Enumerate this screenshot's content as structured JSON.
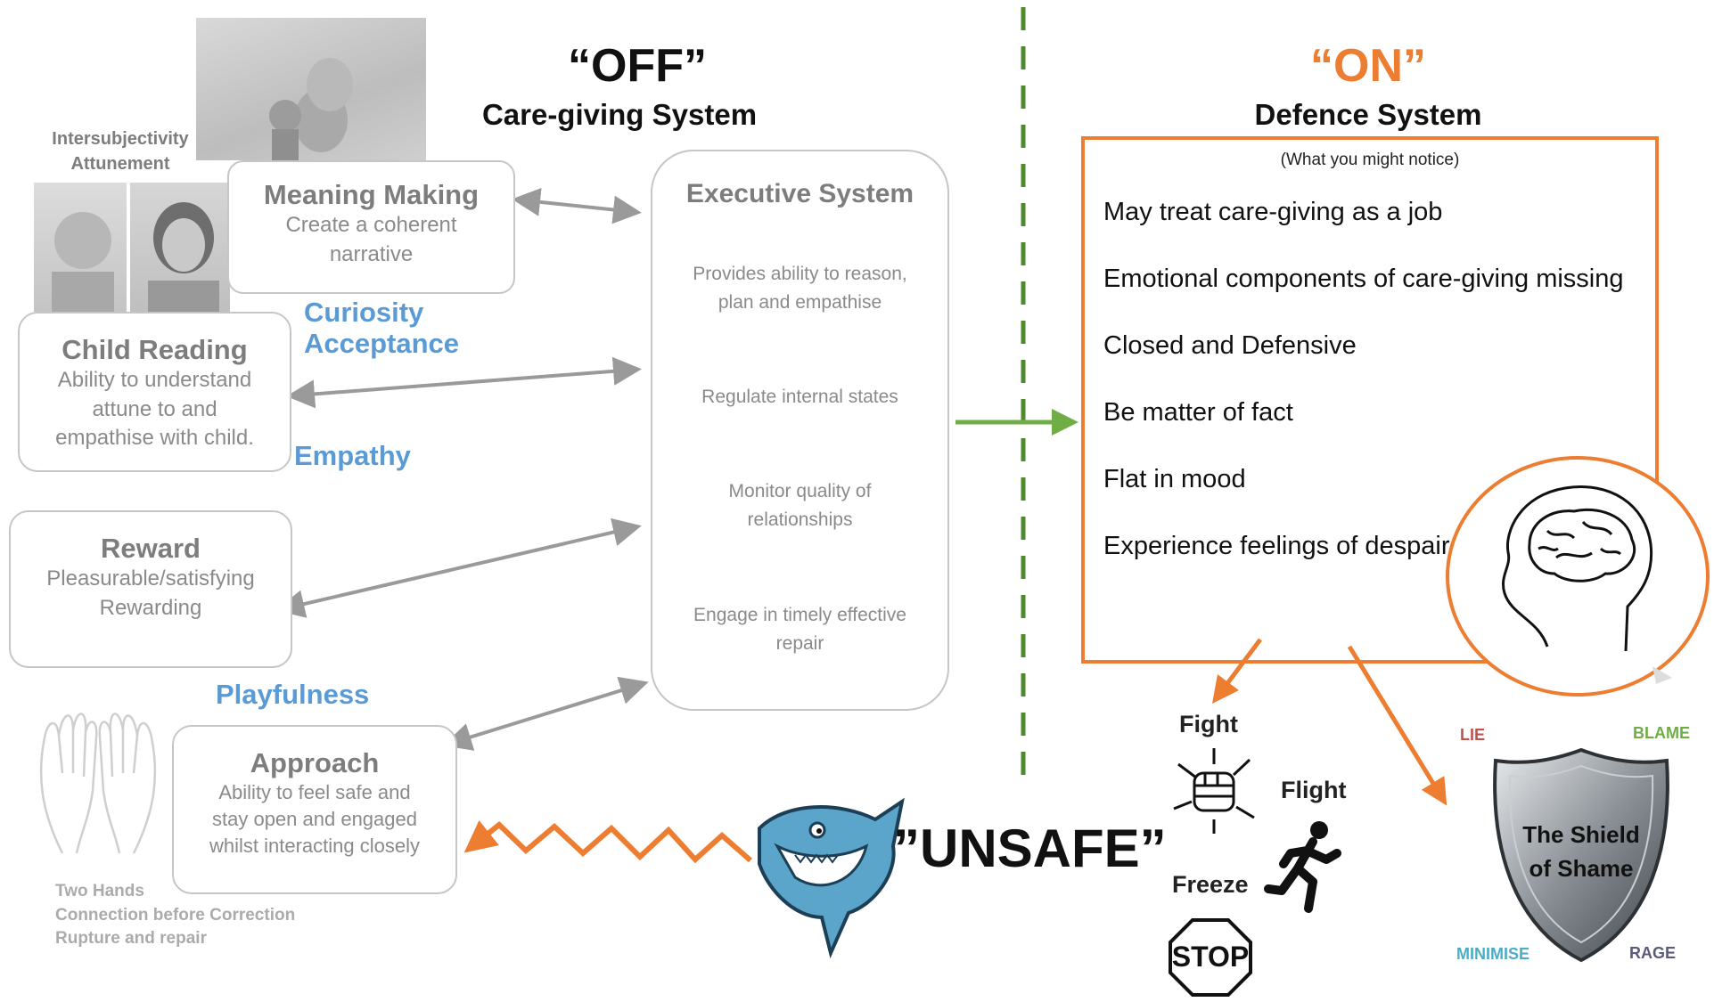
{
  "off": {
    "title": "“OFF”",
    "subtitle": "Care-giving System"
  },
  "on": {
    "title": "“ON”",
    "subtitle": "Defence System",
    "note": "(What you might notice)"
  },
  "intersubjectivity": {
    "line1": "Intersubjectivity",
    "line2": "Attunement"
  },
  "meaning_making": {
    "title": "Meaning Making",
    "line1": "Create a coherent",
    "line2": "narrative"
  },
  "child_reading": {
    "title": "Child Reading",
    "line1": "Ability to understand",
    "line2": "attune to and",
    "line3": "empathise with child."
  },
  "reward": {
    "title": "Reward",
    "line1": "Pleasurable/satisfying",
    "line2": "Rewarding"
  },
  "approach": {
    "title": "Approach",
    "line1": "Ability to feel safe and",
    "line2": "stay open and engaged",
    "line3": "whilst interacting closely"
  },
  "qualities": {
    "curiosity": "Curiosity",
    "acceptance": "Acceptance",
    "empathy": "Empathy",
    "playfulness": "Playfulness"
  },
  "executive": {
    "title": "Executive System",
    "items": [
      {
        "line1": "Provides ability to reason,",
        "line2": "plan and empathise"
      },
      {
        "line1": "Regulate internal states",
        "line2": ""
      },
      {
        "line1": "Monitor quality of",
        "line2": "relationships"
      },
      {
        "line1": "Engage in timely effective",
        "line2": "repair"
      }
    ]
  },
  "defence_items": [
    "May treat care-giving as a job",
    "Emotional components of care-giving missing",
    "Closed and Defensive",
    "Be matter of fact",
    "Flat in mood",
    "Experience feelings of despair"
  ],
  "two_hands": {
    "line1": "Two Hands",
    "line2": "Connection before Correction",
    "line3": "Rupture and repair"
  },
  "unsafe": "”UNSAFE”",
  "responses": {
    "fight": "Fight",
    "flight": "Flight",
    "freeze": "Freeze",
    "stop": "STOP"
  },
  "shield": {
    "title1": "The Shield",
    "title2": "of Shame",
    "lie": "LIE",
    "blame": "BLAME",
    "minimise": "MINIMISE",
    "rage": "RAGE"
  },
  "colors": {
    "orange": "#ed7d31",
    "blue": "#5b9bd5",
    "green": "#70ad47",
    "grey_border": "#c6c6c6",
    "dark_green_dash": "#4e8a2e"
  }
}
